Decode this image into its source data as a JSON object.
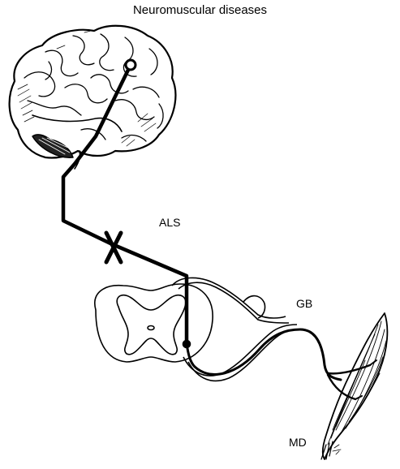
{
  "title": "Neuromuscular diseases",
  "labels": {
    "als": "ALS",
    "gb": "GB",
    "md": "MD"
  },
  "colors": {
    "ink": "#000000",
    "paper": "#ffffff"
  },
  "icons": {
    "lesion": "x-mark-icon"
  }
}
